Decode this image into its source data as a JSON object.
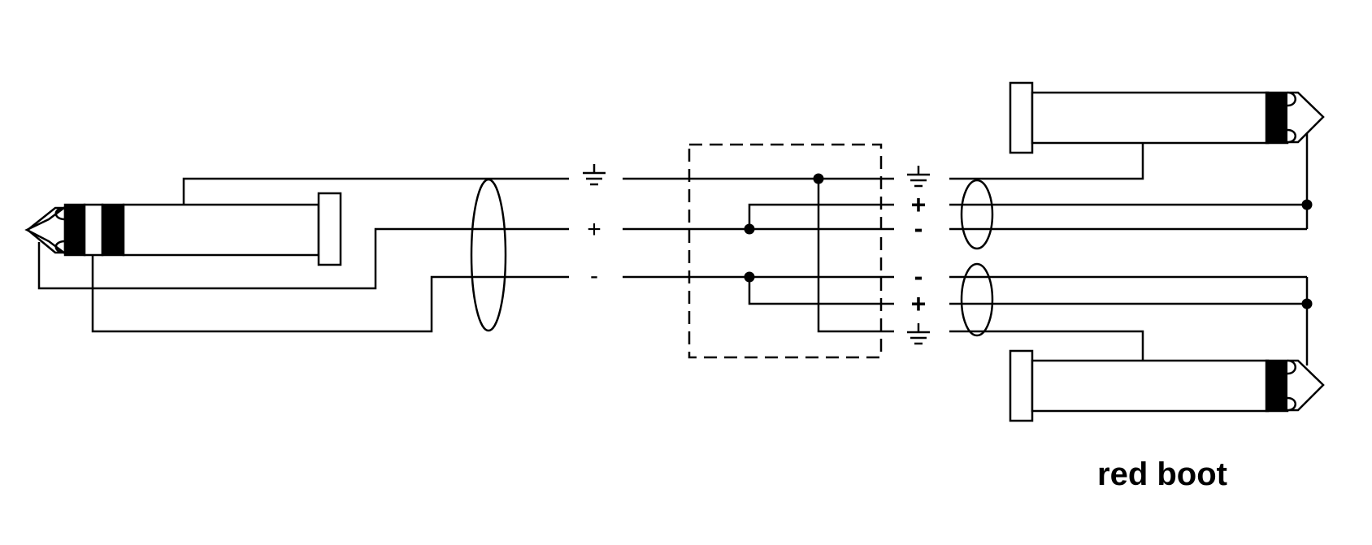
{
  "diagram": {
    "caption": "red boot",
    "left_cable_symbols": {
      "plus": "+",
      "minus": "-"
    },
    "right_top_symbols": {
      "plus": "+",
      "minus": "-"
    },
    "right_bottom_symbols": {
      "minus": "-",
      "plus": "+"
    },
    "connectors": [
      {
        "name": "stereo-jack-plug",
        "type": "TRS jack"
      },
      {
        "name": "mono-jack-plug-top",
        "type": "TS jack"
      },
      {
        "name": "mono-jack-plug-bottom",
        "type": "TS jack"
      }
    ],
    "colors": {
      "line": "#000000",
      "background": "#ffffff"
    }
  }
}
